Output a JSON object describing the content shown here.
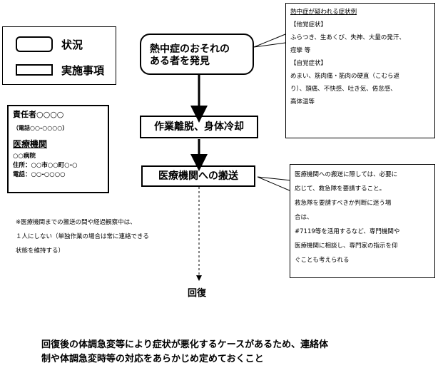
{
  "legend": {
    "situation_label": "状況",
    "action_label": "実施事項"
  },
  "flow": {
    "step1": [
      "熱中症のおそれの",
      "ある者を発見"
    ],
    "step2": "作業離脱、身体冷却",
    "step3": "医療機関への搬送",
    "step4": "回復"
  },
  "symptoms": {
    "title": "熱中症が疑われる症状例",
    "other_header": "【他覚症状】",
    "other_lines": [
      "ふらつき、生あくび、失神、大量の発汗、",
      "痙攣 等"
    ],
    "self_header": "【自覚症状】",
    "self_lines": [
      "めまい、筋肉痛・筋肉の硬直（こむら返",
      "り）、頭痛、不快感、吐き気、倦怠感、",
      "高体温等"
    ]
  },
  "contact": {
    "responsible": "責任者○○○○",
    "phone": "（電話○○-○○○○）",
    "medical_heading": "医療機関",
    "hospital": "○○病院",
    "address": "住所：○○市○○町○-○",
    "hospital_phone": "電話：○○-○○○○"
  },
  "note": {
    "lines": [
      "※医療機関までの搬送の間や経過観察中は、",
      "１人にしない（単独作業の場合は常に連絡できる",
      "状態を維持する）"
    ]
  },
  "transport_note": {
    "lines": [
      "医療機関への搬送に際しては、必要に",
      "応じて、救急隊を要請すること。",
      "救急隊を要請すべきか判断に迷う場",
      "合は、",
      "#7119等を活用するなど、専門機関や",
      "医療機関に相談し、専門家の指示を仰",
      "ぐことも考えられる"
    ]
  },
  "footer": {
    "lines": [
      "回復後の体調急変等により症状が悪化するケースがあるため、連絡体",
      "制や体調急変時等の対応をあらかじめ定めておくこと"
    ]
  }
}
